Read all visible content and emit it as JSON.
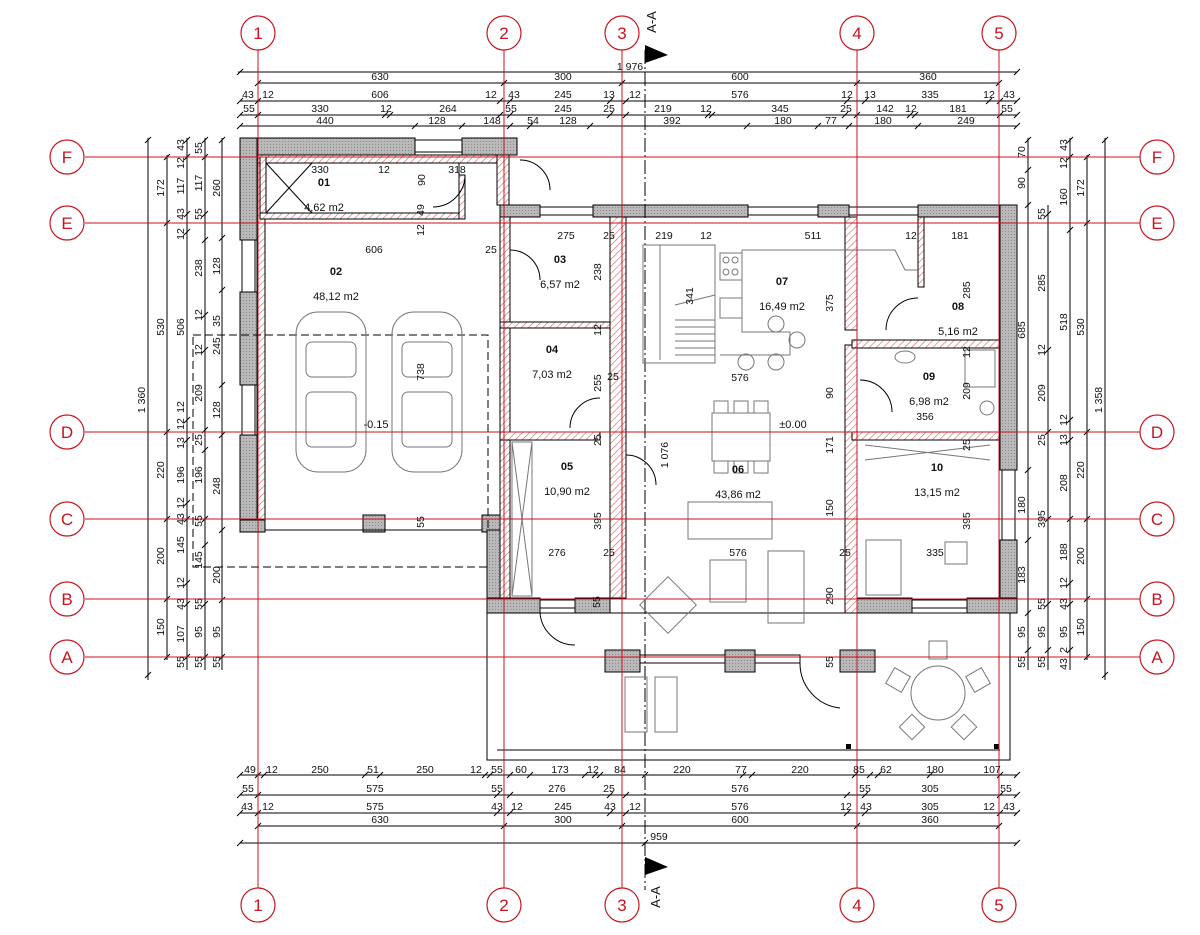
{
  "grid": {
    "columns": [
      "1",
      "2",
      "3",
      "4",
      "5"
    ],
    "rows": [
      "F",
      "E",
      "D",
      "C",
      "B",
      "A"
    ]
  },
  "section_marker": "A-A",
  "dimensions": {
    "top": {
      "overall": "1 976",
      "axes": [
        "630",
        "300",
        "600",
        "360"
      ],
      "row_walls": [
        "43",
        "12",
        "606",
        "12",
        "43",
        "245",
        "13",
        "12",
        "576",
        "12",
        "13",
        "335",
        "12",
        "43"
      ],
      "row_interior": [
        "55",
        "330",
        "12",
        "264",
        "55",
        "245",
        "25",
        "219",
        "12",
        "345",
        "25",
        "142",
        "12",
        "181",
        "55"
      ],
      "row_openings": [
        "440",
        "128",
        "148",
        "54",
        "128",
        "392",
        "180",
        "77",
        "180",
        "249"
      ]
    },
    "bottom": {
      "row_openings": [
        "49",
        "12",
        "250",
        "51",
        "250",
        "12",
        "55",
        "60",
        "173",
        "12",
        "84",
        "220",
        "77",
        "220",
        "85",
        "62",
        "180",
        "107"
      ],
      "row_interior": [
        "55",
        "575",
        "55",
        "276",
        "25",
        "576",
        "55",
        "305",
        "55"
      ],
      "row_walls": [
        "43",
        "12",
        "575",
        "43",
        "12",
        "245",
        "43",
        "12",
        "576",
        "12",
        "43",
        "305",
        "12",
        "43"
      ],
      "axes": [
        "630",
        "300",
        "600",
        "360"
      ],
      "overall": "959"
    },
    "left": {
      "overall": "1 360",
      "axes": [
        "172",
        "530",
        "220",
        "200",
        "150"
      ],
      "col_walls": [
        "43",
        "12",
        "117",
        "43",
        "12",
        "506",
        "12",
        "12",
        "13",
        "196",
        "12",
        "43",
        "145",
        "12",
        "43",
        "107",
        "55"
      ],
      "col_interior": [
        "55",
        "117",
        "55",
        "238",
        "12",
        "12",
        "209",
        "25",
        "196",
        "55",
        "145",
        "55",
        "95",
        "55"
      ],
      "col_openings": [
        "260",
        "128",
        "245",
        "35",
        "128",
        "248",
        "200",
        "95",
        "55"
      ]
    },
    "right": {
      "overall": "1 358",
      "axes": [
        "172",
        "530",
        "220",
        "200",
        "150"
      ],
      "col_openings": [
        "70",
        "90",
        "685",
        "180",
        "183",
        "95",
        "55"
      ],
      "col_interior": [
        "55",
        "285",
        "12",
        "209",
        "25",
        "395",
        "55",
        "95",
        "55"
      ],
      "col_walls": [
        "43",
        "12",
        "160",
        "518",
        "12",
        "13",
        "208",
        "188",
        "12",
        "43",
        "95",
        "2",
        "43"
      ]
    }
  },
  "rooms": [
    {
      "number": "01",
      "area": "4,62 m2"
    },
    {
      "number": "02",
      "area": "48,12 m2"
    },
    {
      "number": "03",
      "area": "6,57 m2"
    },
    {
      "number": "04",
      "area": "7,03 m2"
    },
    {
      "number": "05",
      "area": "10,90 m2"
    },
    {
      "number": "06",
      "area": "43,86 m2"
    },
    {
      "number": "07",
      "area": "16,49 m2"
    },
    {
      "number": "08",
      "area": "5,16 m2"
    },
    {
      "number": "09",
      "area": "6,98 m2"
    },
    {
      "number": "10",
      "area": "13,15 m2"
    }
  ],
  "levels": {
    "garage": "-0.15",
    "ground": "±0.00"
  },
  "interior_dimensions": [
    "330",
    "12",
    "318",
    "90",
    "49",
    "12",
    "606",
    "25",
    "275",
    "25",
    "238",
    "12",
    "255",
    "25",
    "219",
    "12",
    "511",
    "12",
    "181",
    "341",
    "375",
    "285",
    "576",
    "90",
    "12",
    "209",
    "356",
    "1 076",
    "171",
    "25",
    "150",
    "395",
    "395",
    "25",
    "738",
    "55",
    "276",
    "25",
    "576",
    "25",
    "335",
    "290",
    "55",
    "55"
  ],
  "colors": {
    "grid": "#c8141e",
    "wall": "#a9a9a9",
    "hatch": "#d9605f",
    "line": "#000000",
    "furniture": "#777777"
  }
}
